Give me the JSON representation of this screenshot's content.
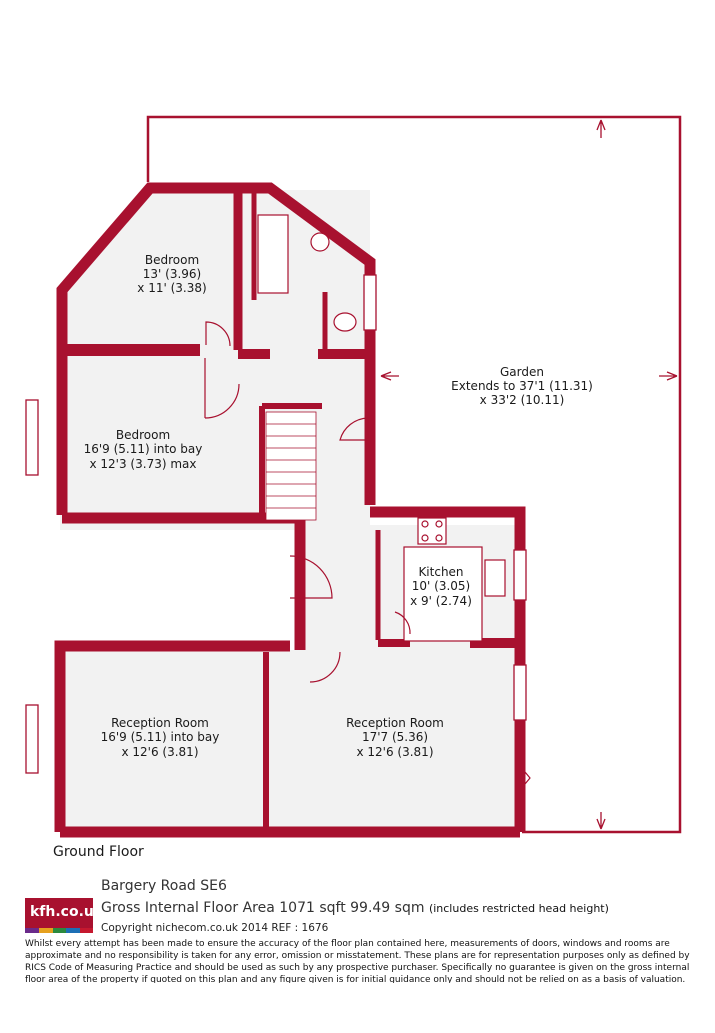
{
  "rooms": {
    "bedroom_1": {
      "name": "Bedroom",
      "dim1": "13' (3.96)",
      "dim2": "x 11' (3.38)"
    },
    "bedroom_2": {
      "name": "Bedroom",
      "dim1": "16'9 (5.11) into bay",
      "dim2": "x 12'3 (3.73) max"
    },
    "garden": {
      "name": "Garden",
      "dim1": "Extends to 37'1 (11.31)",
      "dim2": "x 33'2 (10.11)"
    },
    "kitchen": {
      "name": "Kitchen",
      "dim1": "10' (3.05)",
      "dim2": "x 9' (2.74)"
    },
    "reception_1": {
      "name": "Reception Room",
      "dim1": "16'9 (5.11) into bay",
      "dim2": "x 12'6 (3.81)"
    },
    "reception_2": {
      "name": "Reception Room",
      "dim1": "17'7 (5.36)",
      "dim2": "x 12'6 (3.81)"
    }
  },
  "floor_label": "Ground Floor",
  "logo": {
    "text": "kfh.co.uk",
    "stripe_colors": [
      "#6a2a8a",
      "#e6a11f",
      "#2b8a3e",
      "#1c6fb5",
      "#c5182f"
    ]
  },
  "address": "Bargery Road  SE6",
  "area": {
    "main": "Gross Internal Floor Area 1071 sqft 99.49 sqm",
    "note": "(includes restricted head height)"
  },
  "copyright": "Copyright nichecom.co.uk 2014 REF : 1676",
  "disclaimer": "Whilst every attempt has been made to ensure the accuracy of the floor plan contained here, measurements of doors, windows and rooms are approximate and no responsibility is taken for any error, omission or misstatement.  These plans are for representation purposes only as defined by RICS Code of Measuring Practice and should be used as such by any prospective purchaser.  Specifically no guarantee is given on the gross internal floor area of the property if quoted on this plan and any figure given is for initial guidance only and should not be relied on as a basis of valuation.",
  "colors": {
    "wall": "#a8112f",
    "floor": "#f2f2f2",
    "garden_line": "#a8112f"
  }
}
